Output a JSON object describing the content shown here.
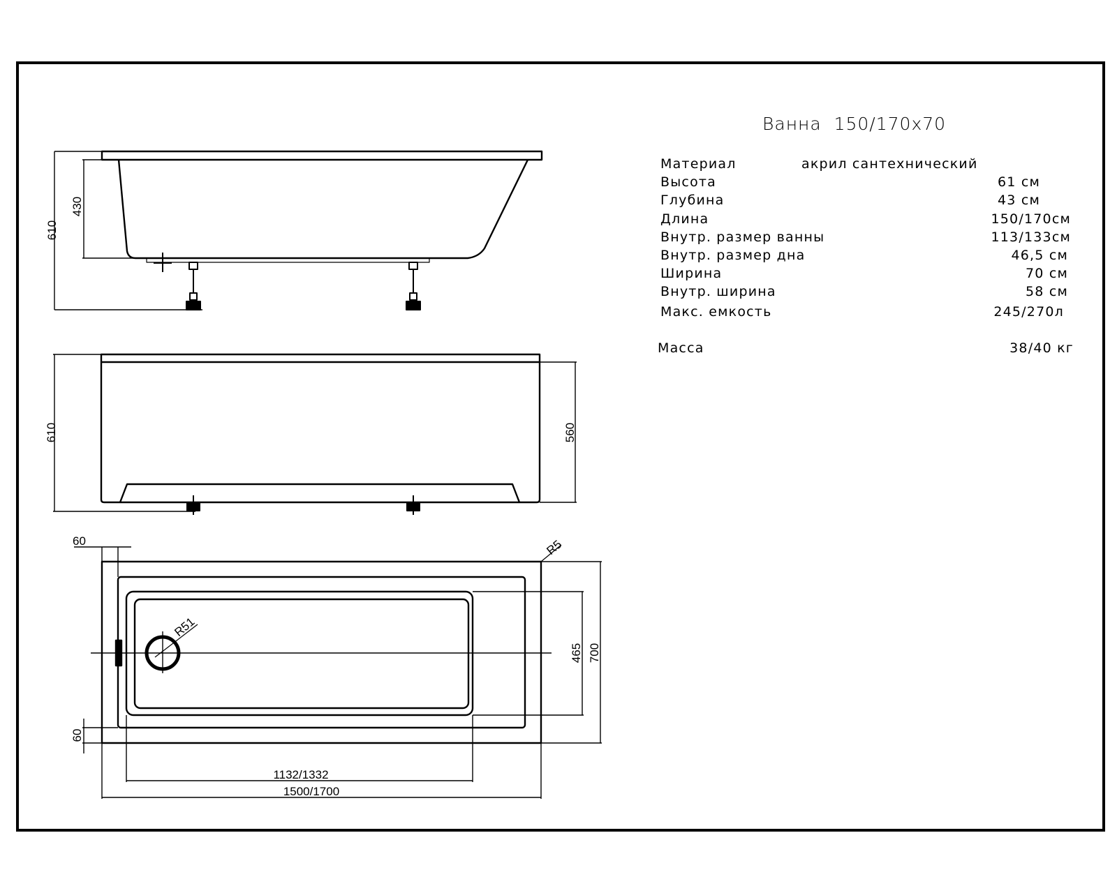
{
  "title": "Ванна  150/170х70",
  "specs": [
    {
      "label": "Материал",
      "value": "акрил сантехнический"
    },
    {
      "label": "Высота",
      "value": "61  см"
    },
    {
      "label": "Глубина",
      "value": "43  см"
    },
    {
      "label": "Длина",
      "value": "150/170см"
    },
    {
      "label": "Внутр.  размер ванны",
      "value": "113/133см"
    },
    {
      "label": "Внутр.  размер дна",
      "value": "46,5  см"
    },
    {
      "label": "Ширина",
      "value": "70  см"
    },
    {
      "label": "Внутр.  ширина",
      "value": "58  см"
    },
    {
      "label": "Макс.  емкость",
      "value": "245/270л"
    },
    {
      "label": "Масса",
      "value": "38/40  кг"
    }
  ],
  "dimensions": {
    "side_total_height": "610",
    "side_depth": "430",
    "front_total_height": "610",
    "front_panel_height": "560",
    "plan_rim_top": "60",
    "plan_rim_bottom": "60",
    "plan_inner_width": "465",
    "plan_total_width": "700",
    "plan_inner_length": "1132/1332",
    "plan_total_length": "1500/1700",
    "corner_radius": "R5",
    "drain_radius": "R51"
  },
  "colors": {
    "line": "#000000",
    "background": "#ffffff"
  }
}
